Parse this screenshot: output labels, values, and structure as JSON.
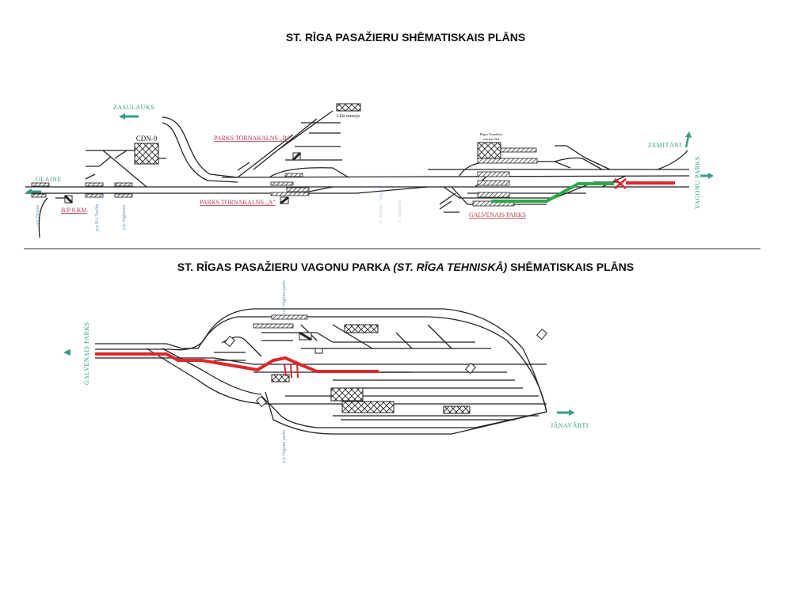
{
  "top_plan": {
    "title": "ST. RĪGA PASAŽIERU SHĒMATISKAIS PLĀNS",
    "labels": {
      "zasulauks": "ZASULAUKS",
      "olaine": "OLAINE",
      "cdn9": "CDN-9",
      "tornakalns_b": "PARKS TORNAKALNS „B\"",
      "tornakalns_a": "PARKS TORNAKALNS „A\"",
      "bp_8km": "B/P 8.KM",
      "pp_tiraine": "p/p Tīraine",
      "pp_turiba": "p/p BA Turība",
      "pp_atgazene": "p/p Atgāzene",
      "ldz_muzejs": "LDz muzejs",
      "station_building_1": "Rīgas Pasažieru",
      "station_building_2": "stacijas ēka",
      "bridge_1": "u. Abavas / Jungarta",
      "bridge_2": "u. Daugava",
      "zemitani": "ZEMITĀNI",
      "vagonu_parks": "VAGONU PARKS",
      "galvenais_parks": "GALVENAIS PARKS"
    }
  },
  "bottom_plan": {
    "title_a": "ST. RĪGAS PASAŽIERU VAGONU PARKA ",
    "title_b": "(ST. RĪGA TEHNISKĀ)",
    "title_c": " SHĒMATISKAIS PLĀNS",
    "labels": {
      "galvenais_parks": "GALVENAIS PARKS",
      "pp_vagonu_parks_top": "p/p Vagonu parks",
      "pp_vagonu_parks_bottom": "p/p Vagonu parks",
      "janavarti": "JĀNAVĀRTI"
    }
  },
  "colors": {
    "route_red": "#e0262b",
    "route_green": "#2aa84a",
    "label_red": "#b5384a",
    "label_teal": "#3a9b8a"
  }
}
